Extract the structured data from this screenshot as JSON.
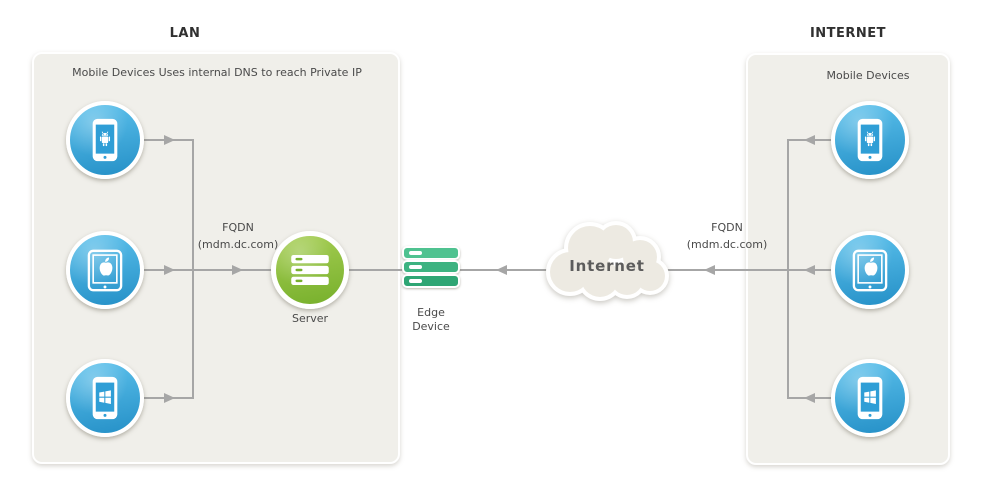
{
  "titles": {
    "lan": "LAN",
    "internet": "INTERNET"
  },
  "lan_zone": {
    "caption": "Mobile Devices Uses internal DNS to reach Private IP",
    "devices": [
      "android-phone",
      "apple-tablet",
      "windows-phone"
    ],
    "flow_direction": "devices-to-server"
  },
  "internet_zone": {
    "caption": "Mobile Devices",
    "devices": [
      "android-phone",
      "apple-tablet",
      "windows-phone"
    ],
    "flow_direction": "devices-to-internet-cloud"
  },
  "labels": {
    "server": "Server",
    "edge_line1": "Edge",
    "edge_line2": "Device",
    "cloud": "Internet",
    "fqdn_line1": "FQDN",
    "fqdn_line2": "(mdm.dc.com)"
  },
  "colors": {
    "panel_bg": "#f0efea",
    "device_blue_top": "#5cc1ec",
    "device_blue_bottom": "#2590c7",
    "screen_blue": "#2f9ed6",
    "server_green_top": "#a5cd52",
    "server_green_bottom": "#77b02c",
    "edge_bar_top": "#4fc290",
    "edge_bar_mid": "#3db381",
    "edge_bar_bottom": "#2fa674",
    "cloud_bg": "#edeae2",
    "line_gray": "#a6a6a6",
    "text_dark": "#303030",
    "text_body": "#4a4a4a"
  }
}
